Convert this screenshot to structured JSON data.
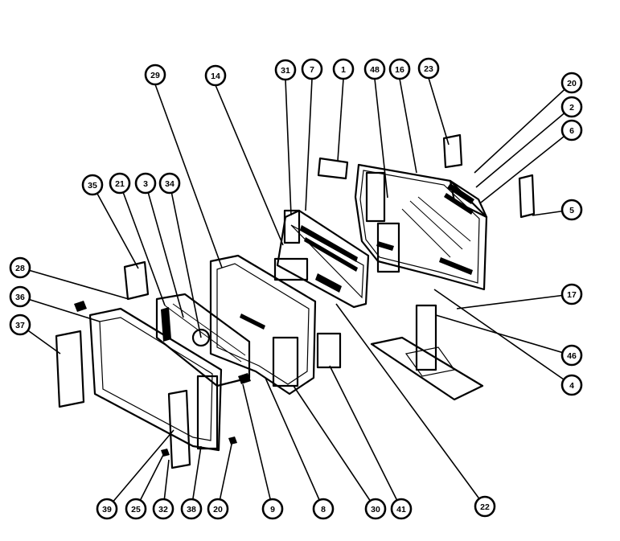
{
  "callouts": [
    {
      "id": "c-31",
      "label": "31"
    },
    {
      "id": "c-7",
      "label": "7"
    },
    {
      "id": "c-1",
      "label": "1"
    },
    {
      "id": "c-48",
      "label": "48"
    },
    {
      "id": "c-16",
      "label": "16"
    },
    {
      "id": "c-23",
      "label": "23"
    },
    {
      "id": "c-29-top",
      "label": "29"
    },
    {
      "id": "c-14",
      "label": "14"
    },
    {
      "id": "c-20-top",
      "label": "20"
    },
    {
      "id": "c-2",
      "label": "2"
    },
    {
      "id": "c-6",
      "label": "6"
    },
    {
      "id": "c-5",
      "label": "5"
    },
    {
      "id": "c-35",
      "label": "35"
    },
    {
      "id": "c-21",
      "label": "21"
    },
    {
      "id": "c-3",
      "label": "3"
    },
    {
      "id": "c-34",
      "label": "34"
    },
    {
      "id": "c-28",
      "label": "28"
    },
    {
      "id": "c-36",
      "label": "36"
    },
    {
      "id": "c-37",
      "label": "37"
    },
    {
      "id": "c-17",
      "label": "17"
    },
    {
      "id": "c-46",
      "label": "46"
    },
    {
      "id": "c-4",
      "label": "4"
    },
    {
      "id": "c-39",
      "label": "39"
    },
    {
      "id": "c-25",
      "label": "25"
    },
    {
      "id": "c-32",
      "label": "32"
    },
    {
      "id": "c-38",
      "label": "38"
    },
    {
      "id": "c-20-bot",
      "label": "20"
    },
    {
      "id": "c-9",
      "label": "9"
    },
    {
      "id": "c-8",
      "label": "8"
    },
    {
      "id": "c-30",
      "label": "30"
    },
    {
      "id": "c-41",
      "label": "41"
    },
    {
      "id": "c-22",
      "label": "22"
    }
  ]
}
